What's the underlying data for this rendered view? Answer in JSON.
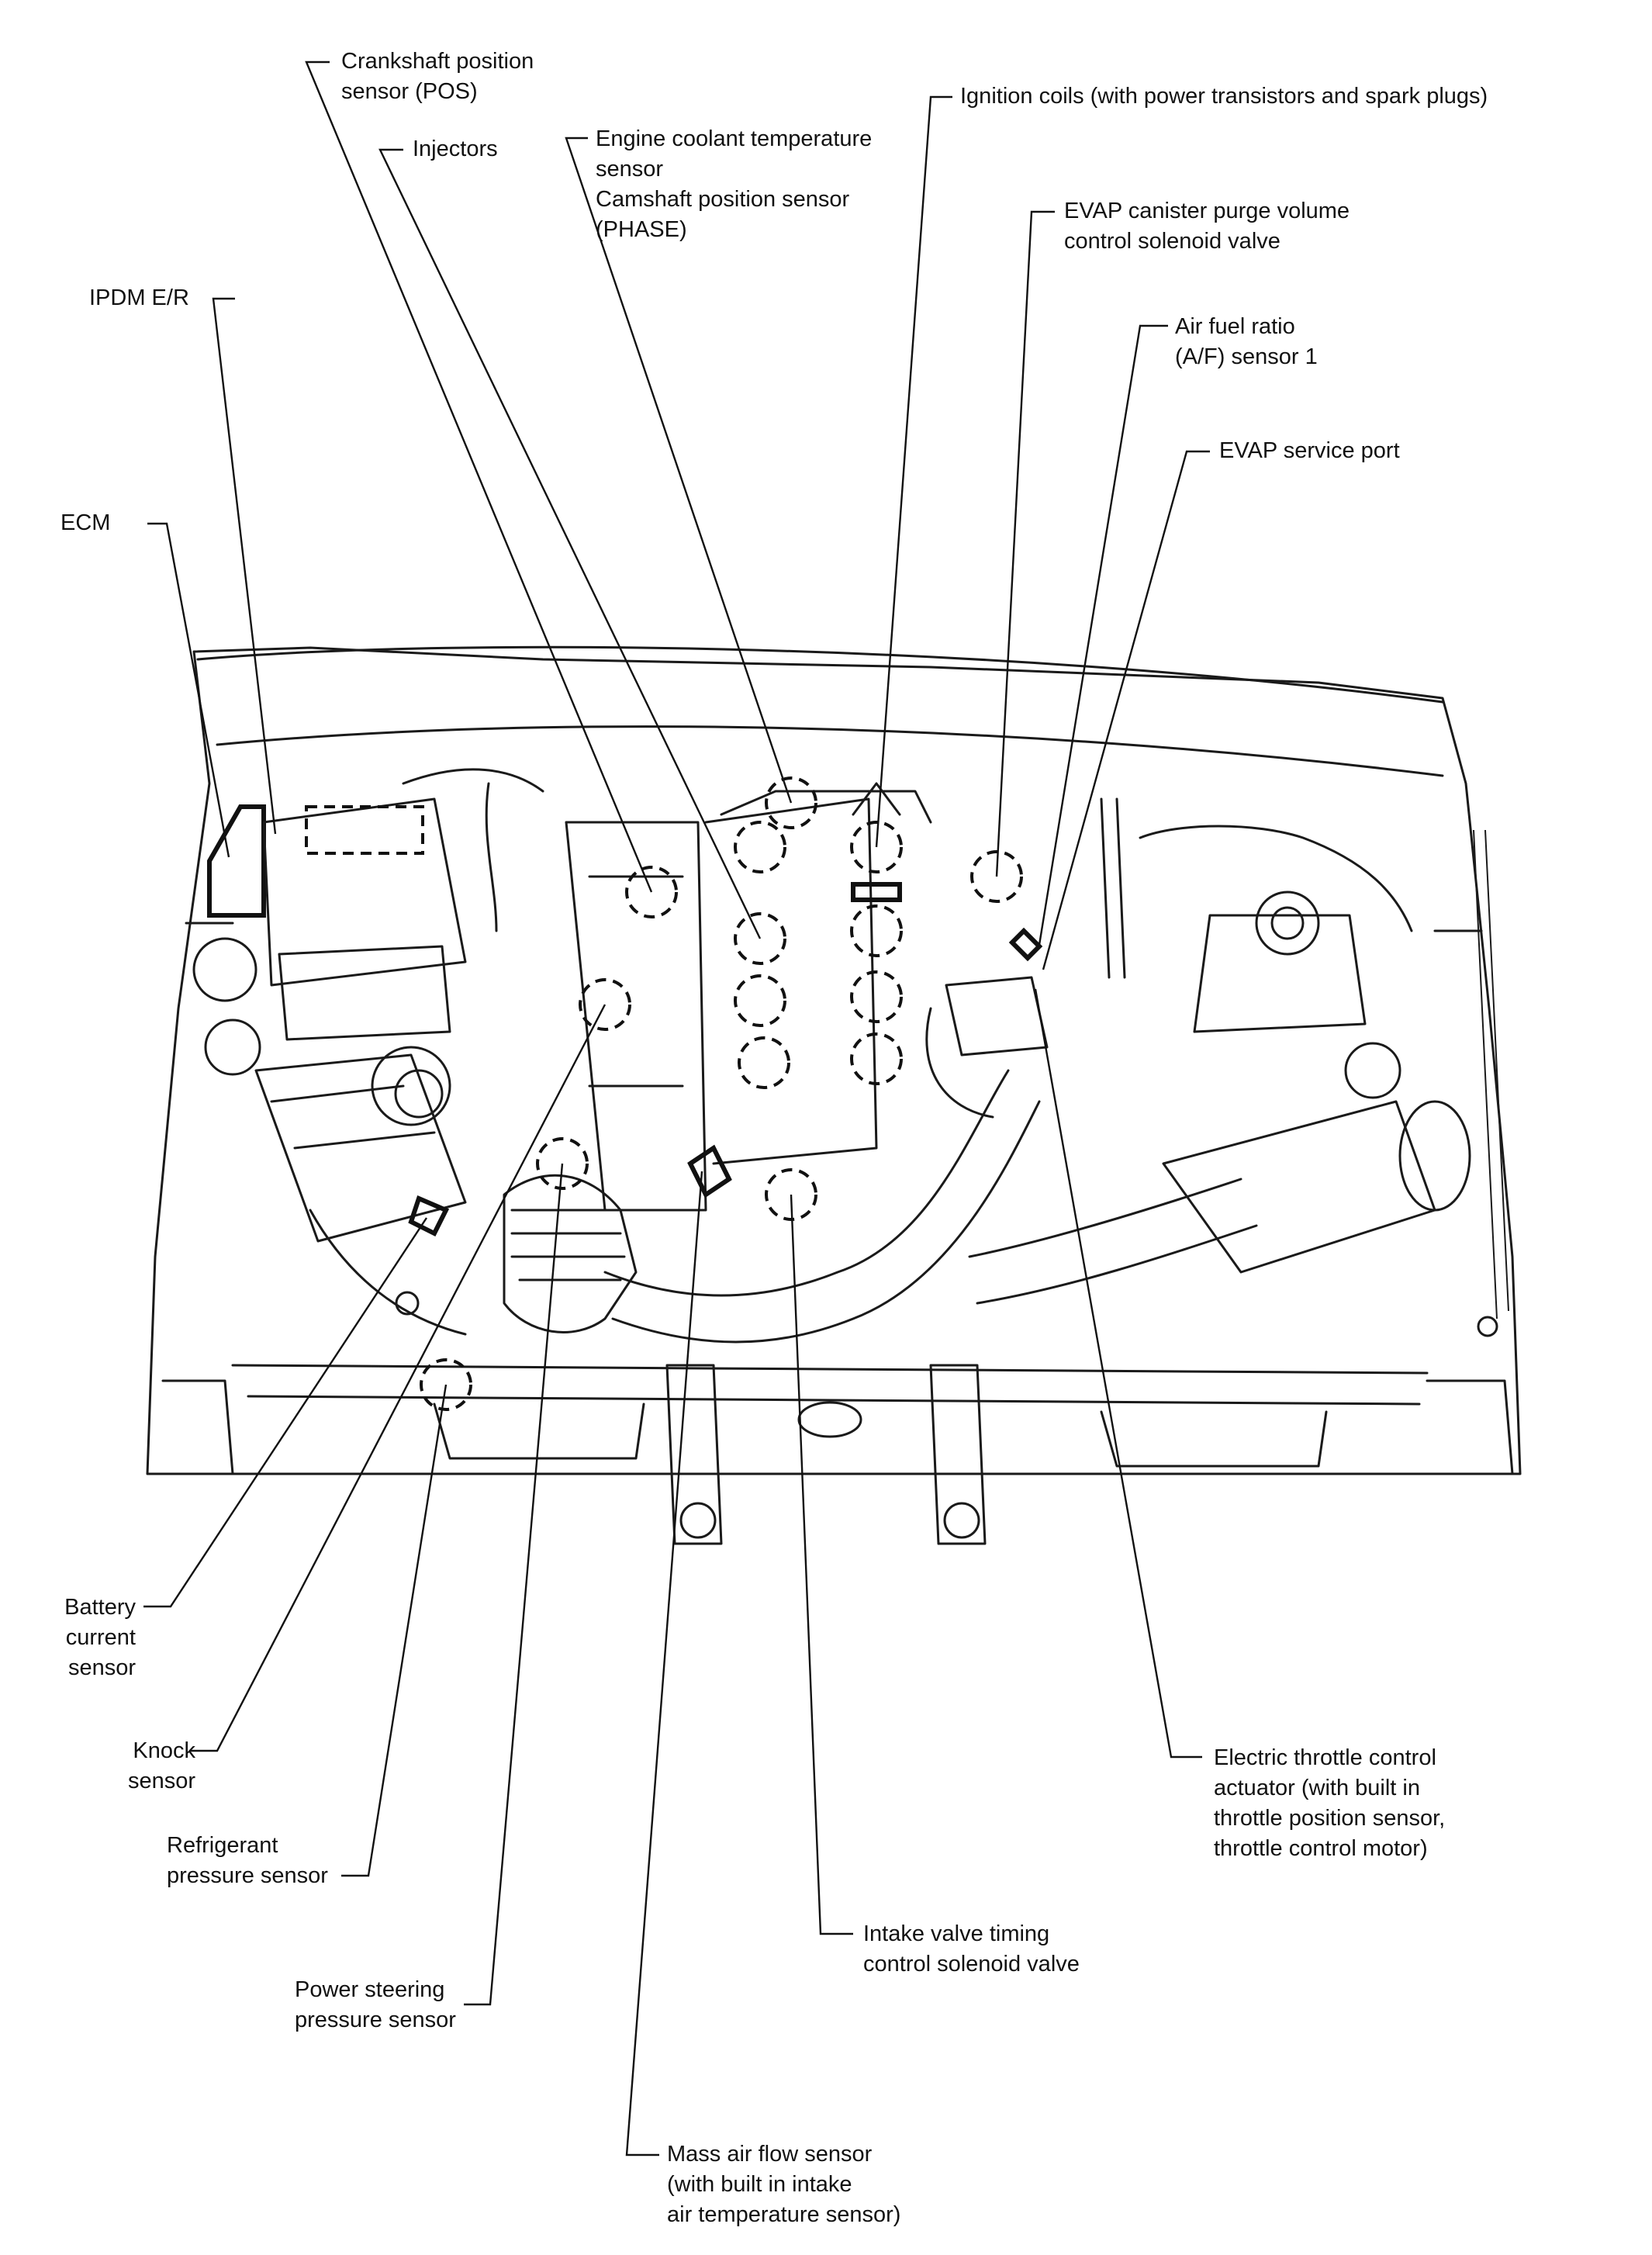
{
  "labels": {
    "crankshaft": [
      "Crankshaft position",
      "sensor (POS)"
    ],
    "injectors": [
      "Injectors"
    ],
    "ect": [
      "Engine coolant temperature",
      "sensor",
      "Camshaft position sensor",
      "(PHASE)"
    ],
    "ignition": [
      "Ignition coils (with power transistors and spark plugs)"
    ],
    "evap_purge": [
      "EVAP canister purge volume",
      "control solenoid valve"
    ],
    "af_sensor": [
      "Air fuel ratio",
      "(A/F) sensor 1"
    ],
    "evap_port": [
      "EVAP service port"
    ],
    "ipdm": [
      "IPDM E/R"
    ],
    "ecm": [
      "ECM"
    ],
    "battery": [
      "Battery",
      "current",
      "sensor"
    ],
    "knock": [
      "Knock",
      "sensor"
    ],
    "refrigerant": [
      "Refrigerant",
      "pressure sensor"
    ],
    "ps": [
      "Power steering",
      "pressure sensor"
    ],
    "maf": [
      "Mass air flow sensor",
      "(with built in intake",
      "air temperature sensor)"
    ],
    "ivt": [
      "Intake valve timing",
      "control solenoid valve"
    ],
    "throttle": [
      "Electric throttle control",
      "actuator (with built in",
      "throttle position sensor,",
      "throttle control motor)"
    ]
  }
}
